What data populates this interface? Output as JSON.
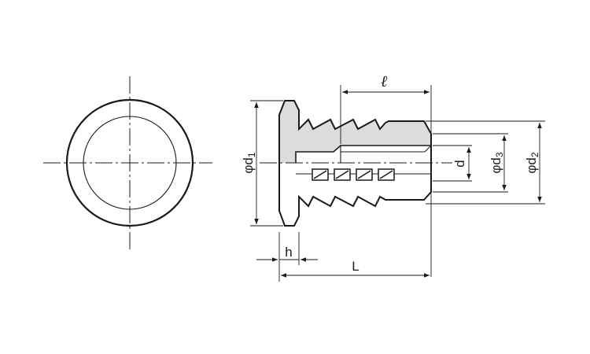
{
  "drawing": {
    "colors": {
      "line": "#1a1a1a",
      "fill": "#dcdcdc",
      "background": "#ffffff"
    },
    "labels": {
      "l": "ℓ",
      "d1_phi": "φ",
      "d1_d": "d",
      "d1_sub": "1",
      "d": "d",
      "d3_phi": "φ",
      "d3_d": "d",
      "d3_sub": "3",
      "d2_phi": "φ",
      "d2_d": "d",
      "d2_sub": "2",
      "h": "h",
      "L": "L"
    }
  }
}
